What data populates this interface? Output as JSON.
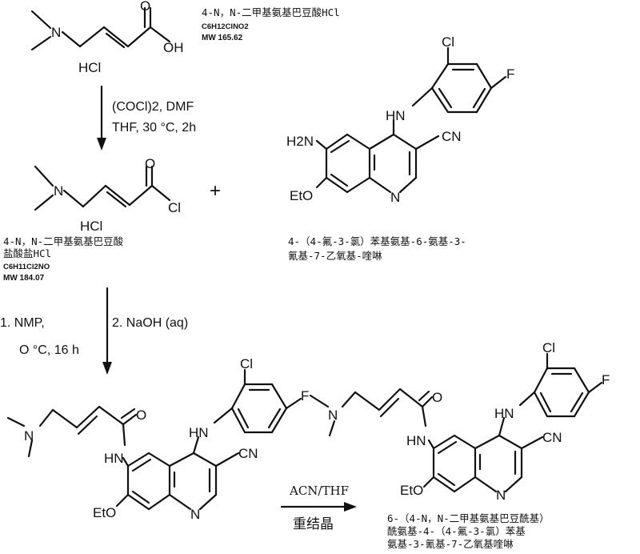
{
  "compounds": {
    "acid": {
      "name_cn": "4-N，N-二甲基氨基巴豆酸HCl",
      "formula": "C6H12ClNO2",
      "mw": "MW 165.62",
      "salt": "HCl",
      "oh": "OH",
      "o": "O",
      "n": "N"
    },
    "acid_chloride": {
      "name_cn_line1": "4-N，N-二甲基氨基巴豆酸",
      "name_cn_line2": "盐酸盐HCl",
      "formula": "C6H11Cl2NO",
      "mw": "MW 184.07",
      "salt": "HCl",
      "cl": "Cl",
      "o": "O",
      "n": "N"
    },
    "amine": {
      "name_cn_line1": "4-（4-氟-3-氯）苯基氨基-6-氨基-3-",
      "name_cn_line2": "氰基-7-乙氧基-喹啉",
      "h2n": "H2N",
      "eto": "EtO",
      "cn": "CN",
      "n": "N",
      "hn": "HN",
      "cl": "Cl",
      "f": "F"
    },
    "product": {
      "name_cn_line1": "6-（4-N，N-二甲基氨基巴豆酰基）",
      "name_cn_line2": "酰氨基-4-（4-氟-3-氯）苯基",
      "name_cn_line3": "氨基-3-氰基-7-乙氧基喹啉",
      "eto": "EtO",
      "cn": "CN",
      "n": "N",
      "hn": "HN",
      "cl": "Cl",
      "f": "F",
      "o": "O"
    }
  },
  "steps": {
    "step1": {
      "line1": "(COCl)2, DMF",
      "line2": "THF, 30 °C, 2h"
    },
    "step2": {
      "line1": "1.   NMP,",
      "line2": "2.  NaOH (aq)",
      "line3": "O °C, 16 h"
    },
    "step3": {
      "above": "ACN/THF",
      "below": "重结晶"
    },
    "plus": "+"
  }
}
